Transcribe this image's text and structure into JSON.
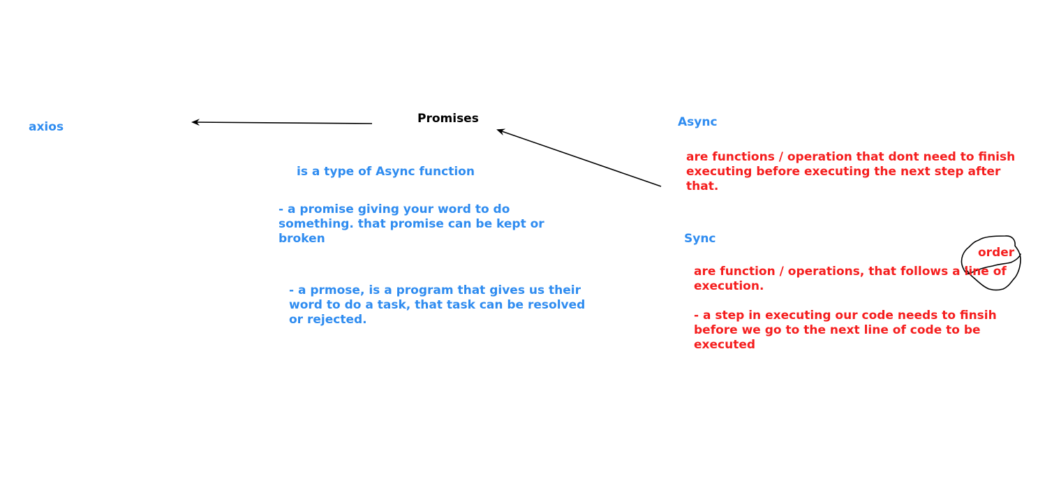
{
  "nodes": {
    "axios": "axios",
    "promises": "Promises",
    "async": "Async",
    "sync": "Sync"
  },
  "notes": {
    "promise_type": "is a type of Async function",
    "promise_word": "- a promise giving your word to do\nsomething. that promise can be kept or\nbroken",
    "promise_program": "- a prmose, is a program that gives us their\nword to do a task, that task can be resolved\nor rejected.",
    "async_desc": "are functions / operation that dont need to finish\nexecuting before executing the next step after\nthat.",
    "sync_desc": "are function / operations, that follows a line of\nexecution.\n\n- a step in executing our code needs to finsih\nbefore we go to the next line of code to be\nexecuted",
    "order": "order"
  },
  "colors": {
    "blue": "#2f8cf0",
    "red": "#f51e1e",
    "black": "#000000"
  }
}
